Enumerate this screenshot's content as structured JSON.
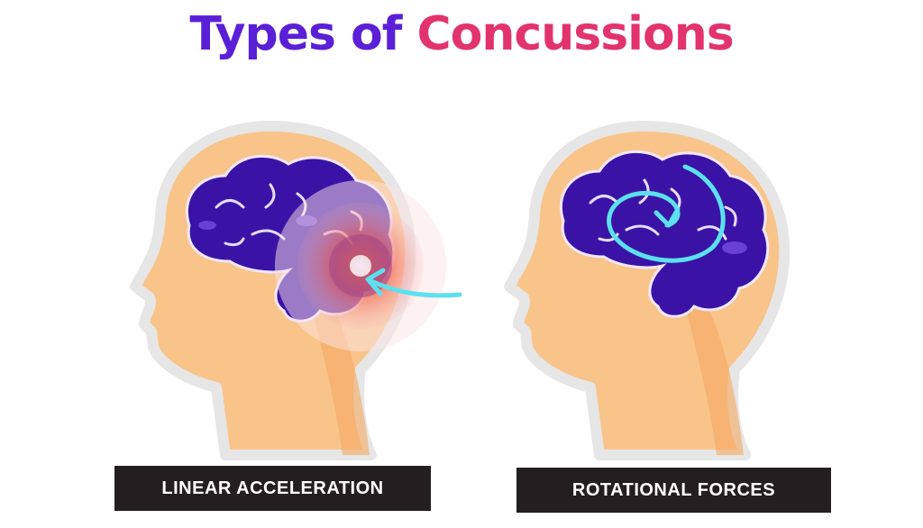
{
  "title": {
    "part1": "Types of",
    "part2": "Concussions"
  },
  "colors": {
    "title_primary": "#5a1fd6",
    "title_accent": "#e2336f",
    "skin": "#f8c48a",
    "brain": "#3a13a6",
    "arrow": "#5ce0ee",
    "label_bg": "#231f20"
  },
  "panels": [
    {
      "label": "LINEAR ACCELERATION",
      "icon": "straight-arrow-impact"
    },
    {
      "label": "ROTATIONAL FORCES",
      "icon": "spiral-arrow"
    }
  ]
}
